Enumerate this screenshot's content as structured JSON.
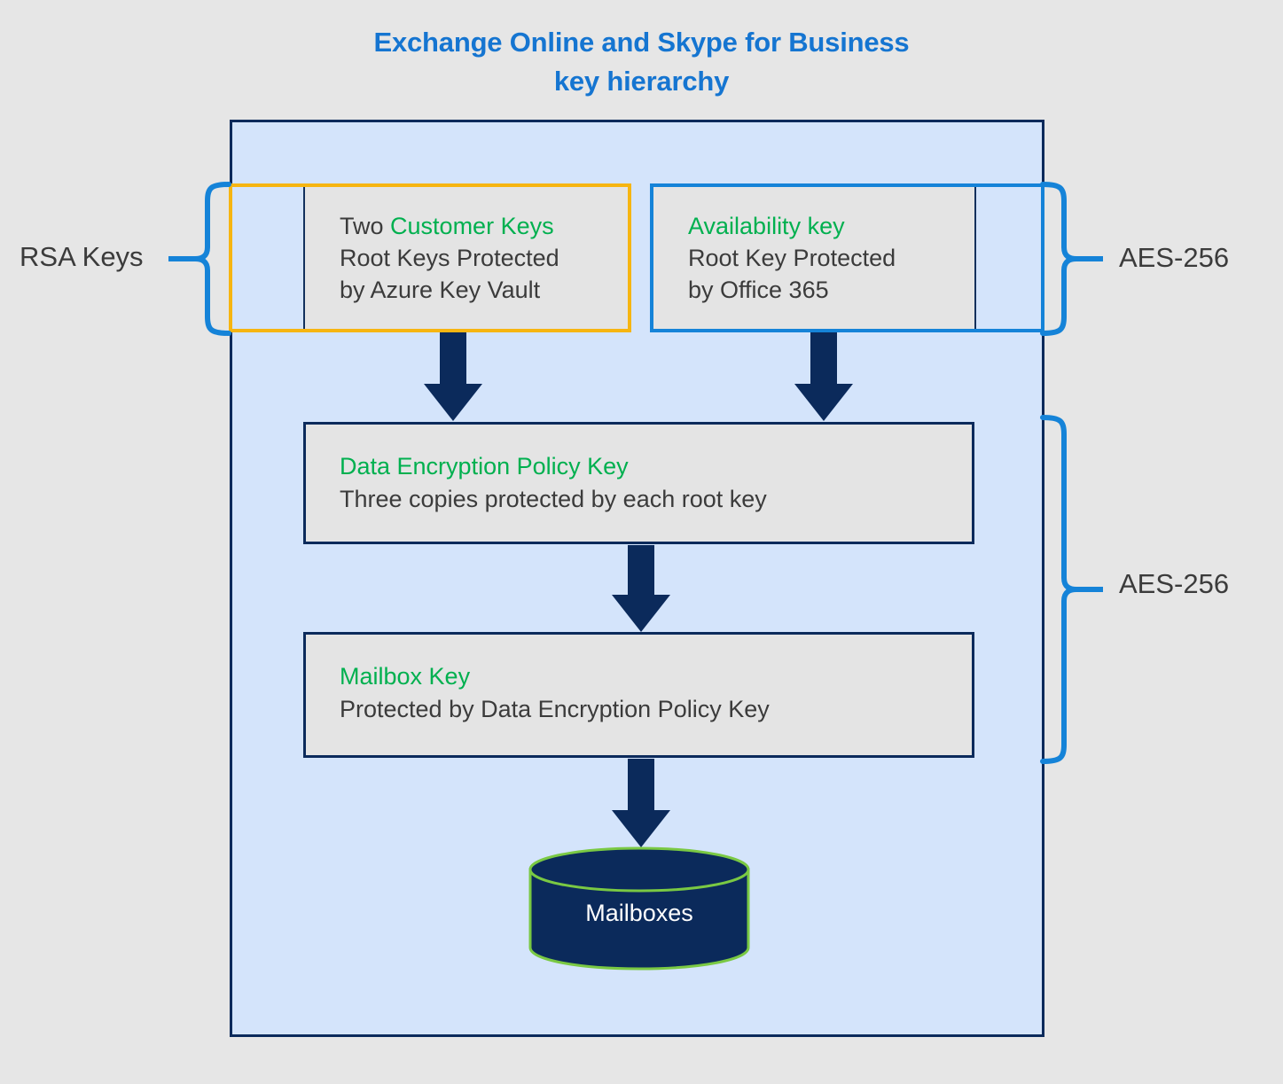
{
  "title": {
    "line1": "Exchange Online and Skype for Business",
    "line2": "key hierarchy",
    "color": "#1575d1"
  },
  "colors": {
    "background": "#e6e6e6",
    "container_fill": "#d4e4fb",
    "container_border": "#0b2a5b",
    "box_fill": "#e4e4e4",
    "box_border": "#12305c",
    "accent_green": "#00b04f",
    "accent_yellow": "#f6b511",
    "accent_blue": "#1583d8",
    "arrow": "#0b2a5b",
    "cylinder_fill": "#0b2a5b",
    "cylinder_stroke": "#7ac943",
    "body_text": "#3b3b3b"
  },
  "nodes": {
    "customer_keys": {
      "heading_prefix": "Two ",
      "heading_accent": "Customer Keys",
      "body_line1": "Root Keys Protected",
      "body_line2": "by Azure Key Vault",
      "frame_color": "#f6b511"
    },
    "availability_key": {
      "heading_accent": "Availability key",
      "body_line1": "Root Key Protected",
      "body_line2": "by Office 365",
      "frame_color": "#1583d8"
    },
    "data_encryption_policy_key": {
      "heading_accent": "Data Encryption Policy Key",
      "body_line1": "Three copies protected by each root key"
    },
    "mailbox_key": {
      "heading_accent": "Mailbox Key",
      "body_line1": "Protected by Data Encryption Policy Key"
    },
    "mailboxes": {
      "label": "Mailboxes"
    }
  },
  "annotations": {
    "rsa_keys": {
      "label": "RSA Keys",
      "brace": "left-brace"
    },
    "aes_256_top": {
      "label": "AES-256",
      "brace": "right-brace"
    },
    "aes_256_middle": {
      "label": "AES-256",
      "brace": "right-brace"
    }
  },
  "arrows": [
    {
      "name": "customer-keys-to-depk",
      "direction": "down"
    },
    {
      "name": "availability-key-to-depk",
      "direction": "down"
    },
    {
      "name": "depk-to-mailbox-key",
      "direction": "down"
    },
    {
      "name": "mailbox-key-to-mailboxes",
      "direction": "down"
    }
  ]
}
